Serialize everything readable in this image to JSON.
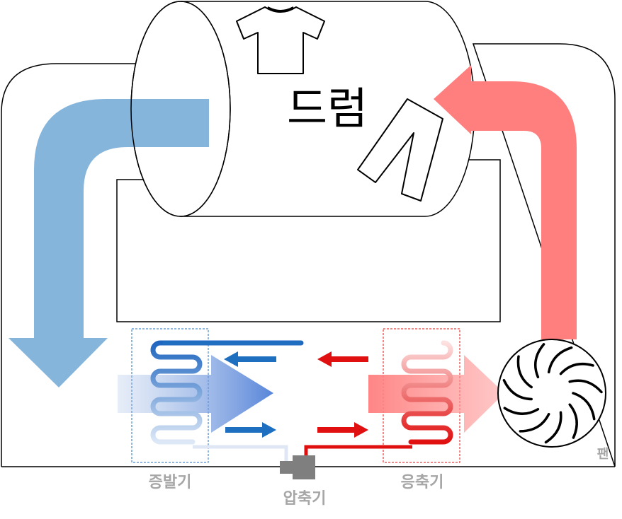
{
  "labels": {
    "drum": "드럼",
    "evaporator": "증발기",
    "compressor": "압축기",
    "condenser": "응축기",
    "fan": "팬"
  },
  "colors": {
    "cold_air": "#7fb1da",
    "hot_air": "#ff7f7f",
    "cold_pipe": "#1f6fc1",
    "hot_pipe": "#e01010",
    "label_gray": "#a6a6a6",
    "compressor_gray": "#7f7f7f"
  },
  "icons": [
    "shirt-icon",
    "pants-icon",
    "fan-icon",
    "compressor-icon"
  ]
}
